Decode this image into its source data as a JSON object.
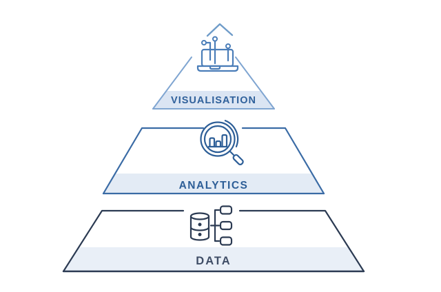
{
  "diagram": {
    "type": "pyramid",
    "background_color": "#ffffff",
    "layers": [
      {
        "id": "visualisation",
        "label": "VISUALISATION",
        "icon": "laptop-circuit-arrow-icon",
        "outline_color": "#7fa5d1",
        "band_color": "#dbe5f3",
        "label_color": "#30619b",
        "icon_color": "#4a7db8",
        "arrow_color": "#6f9cc9"
      },
      {
        "id": "analytics",
        "label": "ANALYTICS",
        "icon": "magnifier-bar-chart-icon",
        "outline_color": "#3a6ba5",
        "band_color": "#e3ebf5",
        "label_color": "#2d5e97",
        "icon_color": "#2d5e97"
      },
      {
        "id": "data",
        "label": "DATA",
        "icon": "database-hierarchy-icon",
        "outline_color": "#2b3a52",
        "band_color": "#e9eff7",
        "label_color": "#3f4d66",
        "icon_color": "#2b3a52"
      }
    ]
  }
}
